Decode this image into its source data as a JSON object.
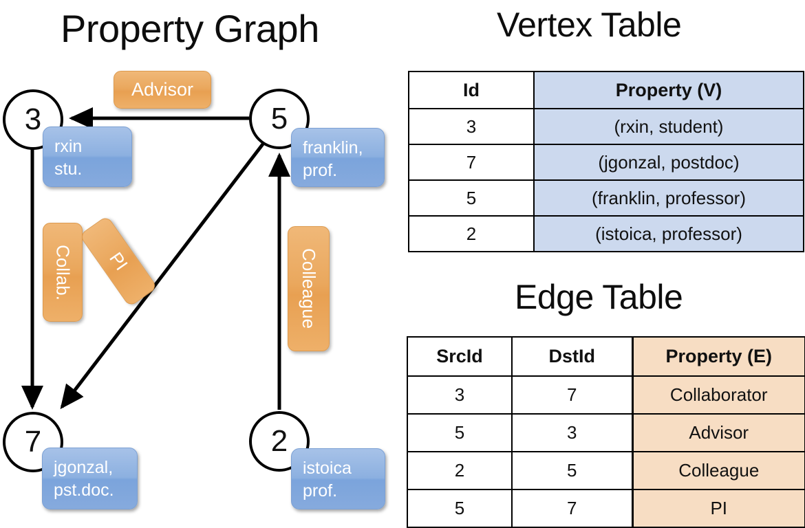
{
  "titles": {
    "graph": "Property Graph",
    "vertex_table": "Vertex Table",
    "edge_table": "Edge Table"
  },
  "graph": {
    "nodes": [
      {
        "id": "3",
        "label": "3",
        "property_line1": "rxin",
        "property_line2": "stu."
      },
      {
        "id": "5",
        "label": "5",
        "property_line1": "franklin,",
        "property_line2": "prof."
      },
      {
        "id": "7",
        "label": "7",
        "property_line1": "jgonzal,",
        "property_line2": "pst.doc."
      },
      {
        "id": "2",
        "label": "2",
        "property_line1": "istoica",
        "property_line2": "prof."
      }
    ],
    "edge_labels": {
      "advisor": "Advisor",
      "collab": "Collab.",
      "pi": "PI",
      "colleague": "Colleague"
    },
    "edges": [
      {
        "src": "3",
        "dst": "7",
        "label": "Collab."
      },
      {
        "src": "5",
        "dst": "3",
        "label": "Advisor"
      },
      {
        "src": "2",
        "dst": "5",
        "label": "Colleague"
      },
      {
        "src": "5",
        "dst": "7",
        "label": "PI"
      }
    ]
  },
  "vertex_table": {
    "headers": [
      "Id",
      "Property (V)"
    ],
    "rows": [
      {
        "id": "3",
        "property": "(rxin, student)"
      },
      {
        "id": "7",
        "property": "(jgonzal, postdoc)"
      },
      {
        "id": "5",
        "property": "(franklin, professor)"
      },
      {
        "id": "2",
        "property": "(istoica, professor)"
      }
    ]
  },
  "edge_table": {
    "headers": [
      "SrcId",
      "DstId",
      "Property (E)"
    ],
    "rows": [
      {
        "src": "3",
        "dst": "7",
        "property": "Collaborator"
      },
      {
        "src": "5",
        "dst": "3",
        "property": "Advisor"
      },
      {
        "src": "2",
        "dst": "5",
        "property": "Colleague"
      },
      {
        "src": "5",
        "dst": "7",
        "property": "PI"
      }
    ]
  },
  "colors": {
    "vertex_property_fill": "#ccd9ee",
    "edge_property_fill": "#f7ddc3",
    "blue_callout": "#8cb0e0",
    "orange_label": "#eaa85e",
    "stroke": "#000000",
    "background": "#ffffff"
  }
}
